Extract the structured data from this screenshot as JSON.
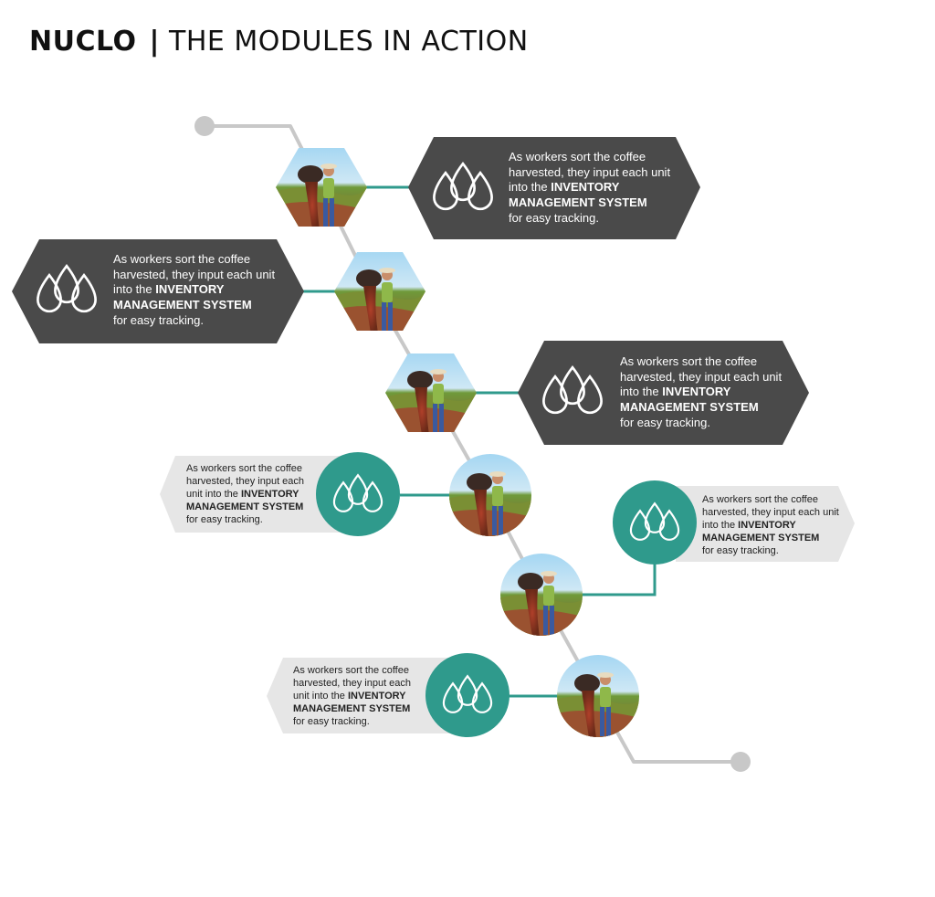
{
  "header": {
    "brand": "NUCLO",
    "separator": "|",
    "subtitle": "THE MODULES IN ACTION"
  },
  "colors": {
    "dark_callout": "#4a4a4a",
    "light_callout": "#e6e6e6",
    "accent_teal": "#2f9a8c",
    "line_gray": "#c8c8c8"
  },
  "steps": [
    {
      "icon": "water-drops-icon",
      "style": "dark-hexagon",
      "pre": "As workers sort the coffee harvested, they input each unit into the",
      "bold": "INVENTORY MANAGEMENT SYSTEM",
      "post": "for easy tracking."
    },
    {
      "icon": "water-drops-icon",
      "style": "dark-hexagon",
      "pre": "As workers sort the coffee harvested, they input each unit into the",
      "bold": "INVENTORY MANAGEMENT SYSTEM",
      "post": "for easy tracking."
    },
    {
      "icon": "water-drops-icon",
      "style": "dark-hexagon",
      "pre": "As workers sort the coffee harvested, they input each unit into the",
      "bold": "INVENTORY MANAGEMENT SYSTEM",
      "post": "for easy tracking."
    },
    {
      "icon": "water-drops-icon",
      "style": "light-circle",
      "pre": "As workers sort the coffee harvested, they input each unit into the",
      "bold": "INVENTORY MANAGEMENT SYSTEM",
      "post": "for easy tracking."
    },
    {
      "icon": "water-drops-icon",
      "style": "light-circle",
      "pre": "As workers sort the coffee harvested, they input each unit into the",
      "bold": "INVENTORY MANAGEMENT SYSTEM",
      "post": "for easy tracking."
    },
    {
      "icon": "water-drops-icon",
      "style": "light-circle",
      "pre": "As workers sort the coffee harvested, they input each unit into the",
      "bold": "INVENTORY MANAGEMENT SYSTEM",
      "post": "for easy tracking."
    }
  ]
}
